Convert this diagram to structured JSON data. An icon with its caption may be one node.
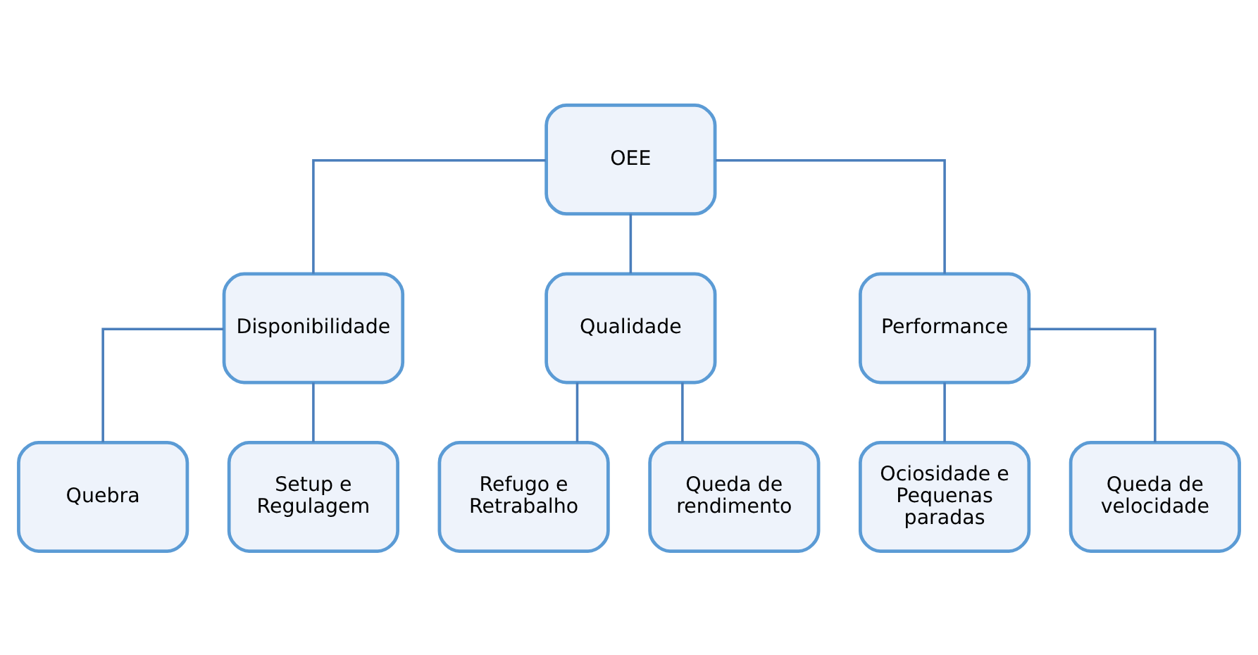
{
  "diagram": {
    "nodes": [
      {
        "text": [
          "OEE"
        ]
      },
      {
        "text": [
          "Disponibilidade"
        ]
      },
      {
        "text": [
          "Qualidade"
        ]
      },
      {
        "text": [
          "Performance"
        ]
      },
      {
        "text": [
          "Quebra"
        ]
      },
      {
        "text": [
          "Setup e Regulagem"
        ]
      },
      {
        "text": [
          "Refugo e Retrabalho"
        ]
      },
      {
        "text": [
          "Queda de rendimento"
        ]
      },
      {
        "text": [
          "Ociosidade e Pequenas paradas"
        ]
      },
      {
        "text": [
          "Queda de velocidade"
        ]
      }
    ],
    "edges": [
      {
        "from": 0,
        "to": 1,
        "arrow": "none"
      },
      {
        "from": 0,
        "to": 2,
        "arrow": "none"
      },
      {
        "from": 0,
        "to": 3,
        "arrow": "none"
      },
      {
        "from": 1,
        "to": 4,
        "arrow": "none"
      },
      {
        "from": 1,
        "to": 5,
        "arrow": "none"
      },
      {
        "from": 2,
        "to": 6,
        "arrow": "none"
      },
      {
        "from": 2,
        "to": 7,
        "arrow": "none"
      },
      {
        "from": 3,
        "to": 8,
        "arrow": "none"
      },
      {
        "from": 3,
        "to": 9,
        "arrow": "none"
      }
    ]
  }
}
